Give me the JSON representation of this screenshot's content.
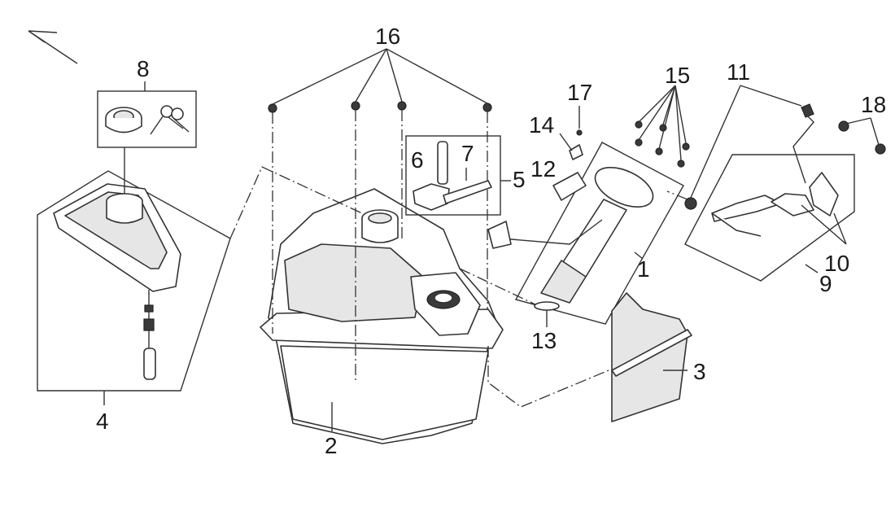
{
  "callouts": {
    "c1": "1",
    "c2": "2",
    "c3": "3",
    "c4": "4",
    "c5": "5",
    "c6": "6",
    "c7": "7",
    "c8": "8",
    "c9": "9",
    "c10": "10",
    "c11": "11",
    "c12": "12",
    "c13": "13",
    "c14": "14",
    "c15": "15",
    "c16": "16",
    "c17": "17",
    "c18": "18"
  },
  "icons": {
    "direction": "direction-arrow-icon"
  },
  "colors": {
    "line": "#333333",
    "fill": "#e6e6e6",
    "background": "#ffffff"
  }
}
